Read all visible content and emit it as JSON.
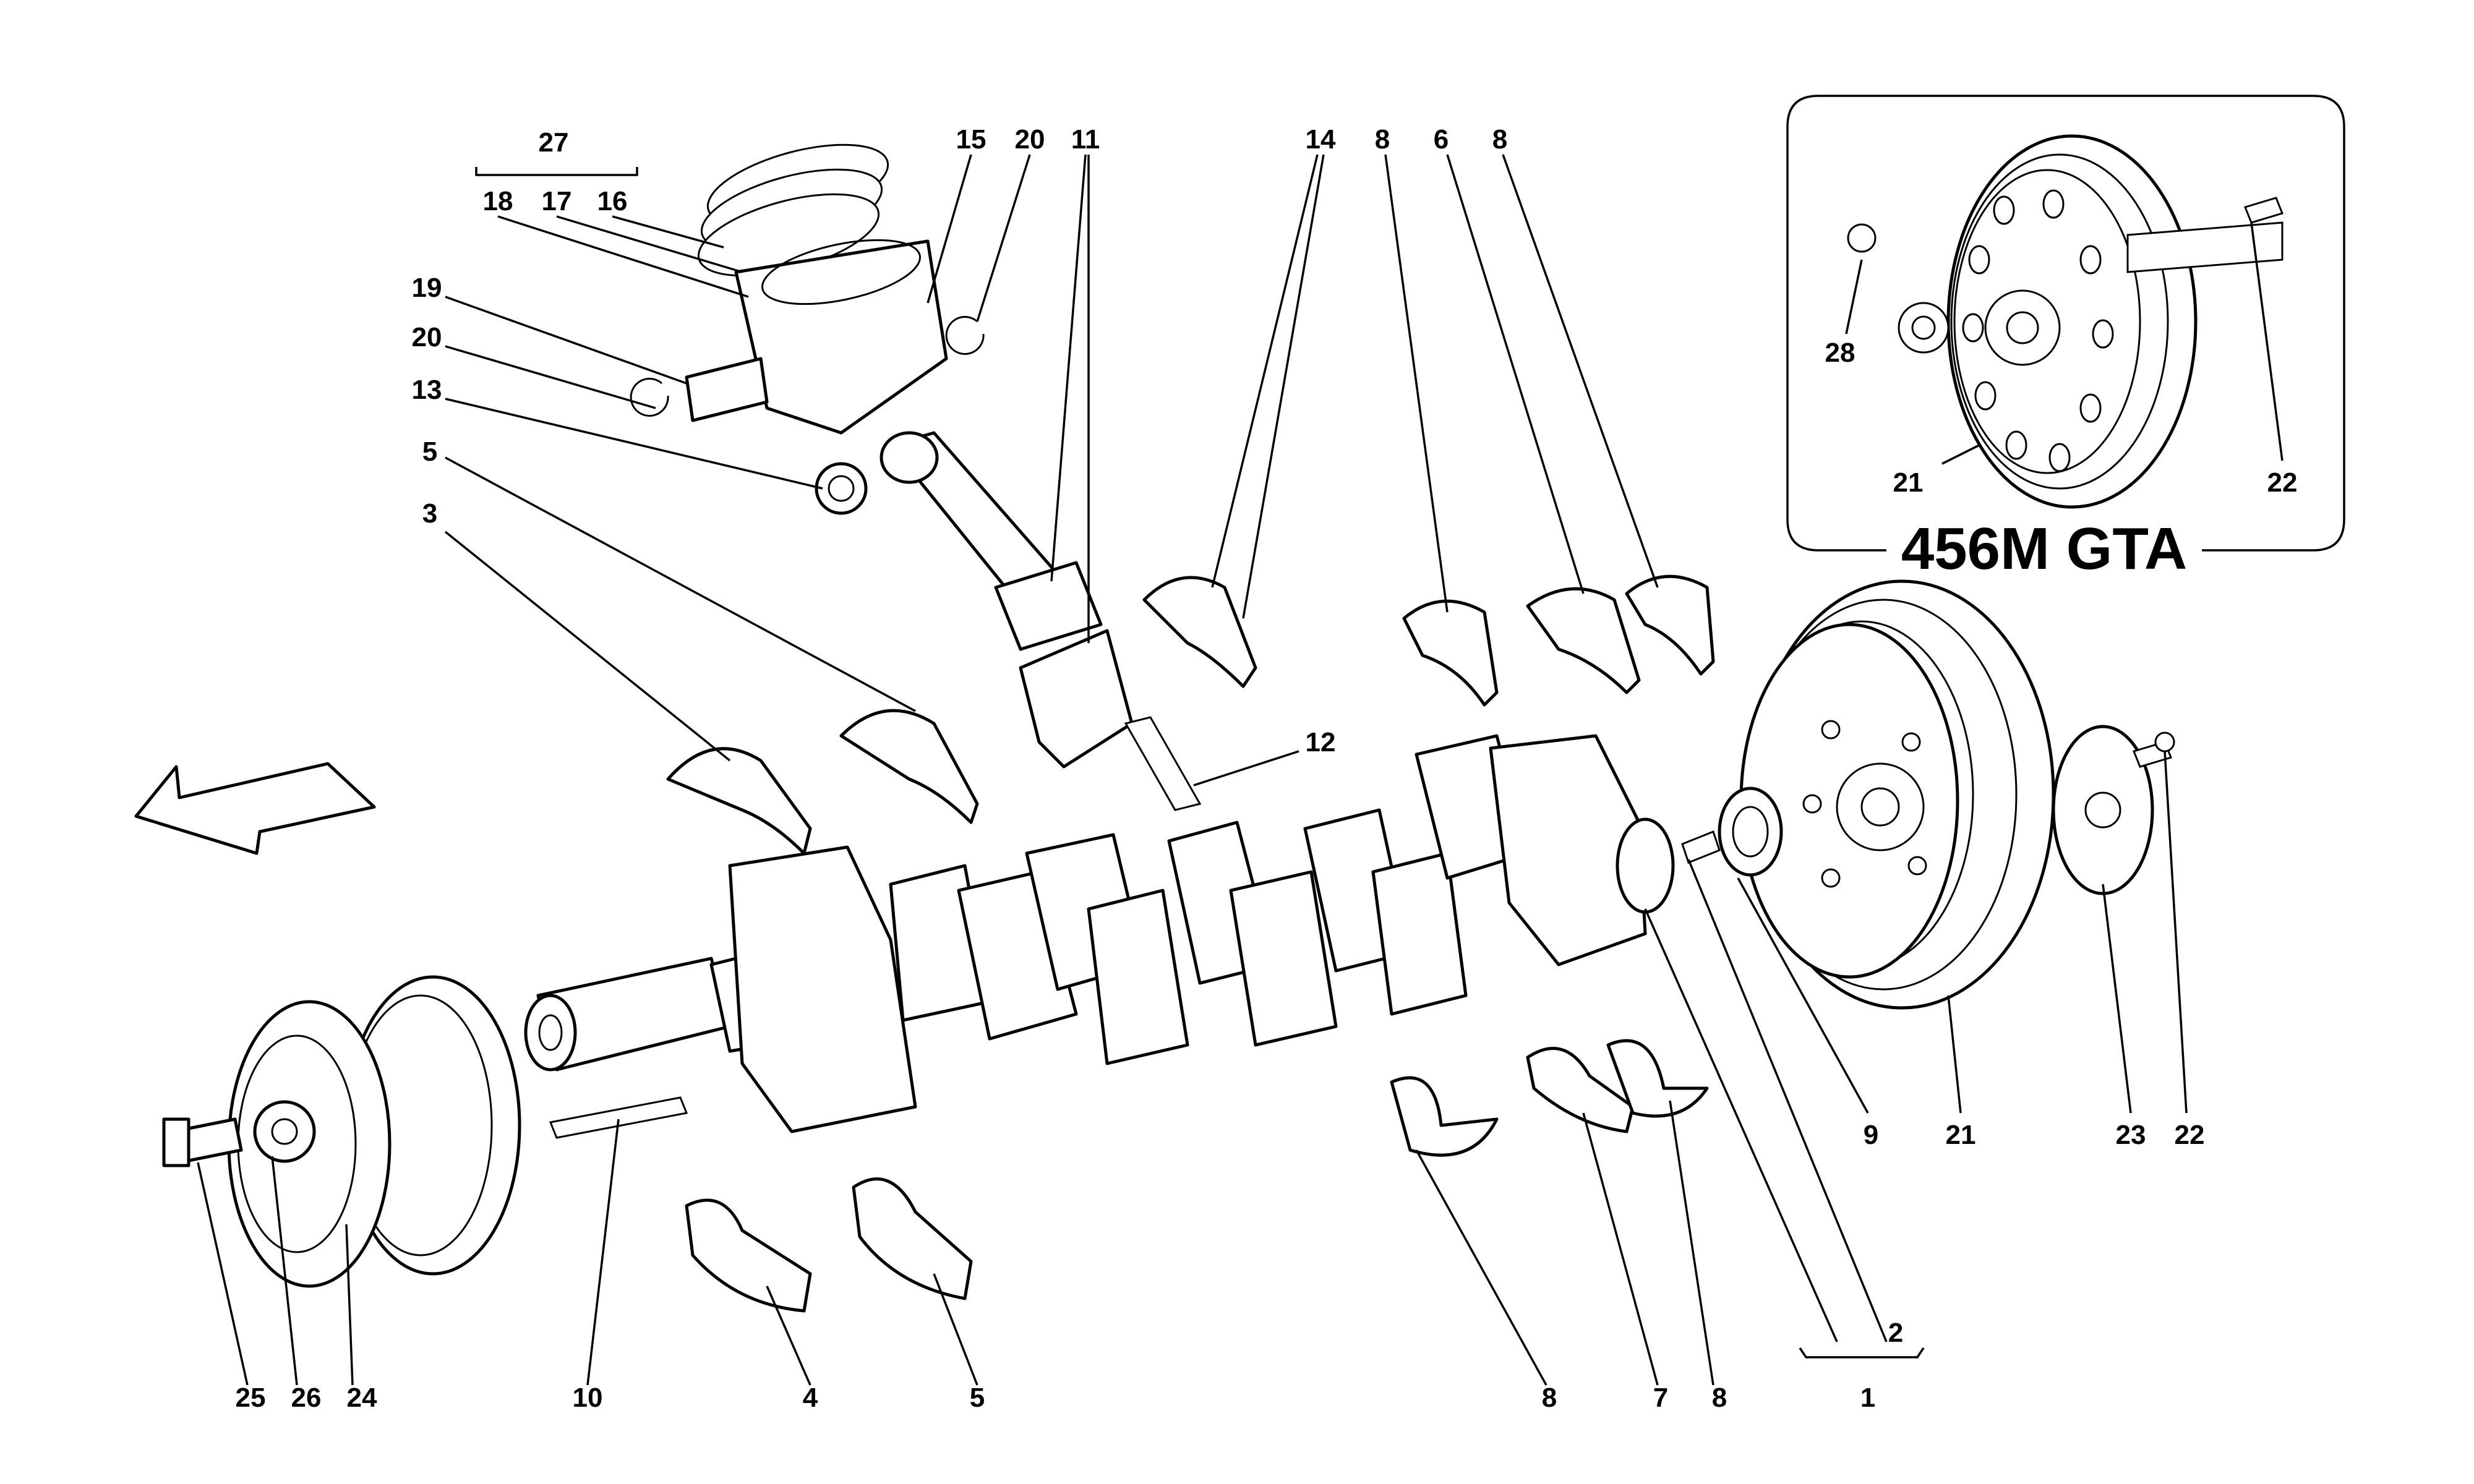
{
  "inset": {
    "title": "456M GTA"
  },
  "callouts": [
    {
      "id": "c27",
      "text": "27"
    },
    {
      "id": "c18",
      "text": "18"
    },
    {
      "id": "c17",
      "text": "17"
    },
    {
      "id": "c16",
      "text": "16"
    },
    {
      "id": "c15",
      "text": "15"
    },
    {
      "id": "c20a",
      "text": "20"
    },
    {
      "id": "c11",
      "text": "11"
    },
    {
      "id": "c14",
      "text": "14"
    },
    {
      "id": "c8a",
      "text": "8"
    },
    {
      "id": "c6",
      "text": "6"
    },
    {
      "id": "c8b",
      "text": "8"
    },
    {
      "id": "c19",
      "text": "19"
    },
    {
      "id": "c20b",
      "text": "20"
    },
    {
      "id": "c13",
      "text": "13"
    },
    {
      "id": "c5a",
      "text": "5"
    },
    {
      "id": "c3",
      "text": "3"
    },
    {
      "id": "c12",
      "text": "12"
    },
    {
      "id": "c28",
      "text": "28"
    },
    {
      "id": "c21a",
      "text": "21"
    },
    {
      "id": "c22a",
      "text": "22"
    },
    {
      "id": "c9",
      "text": "9"
    },
    {
      "id": "c21b",
      "text": "21"
    },
    {
      "id": "c23",
      "text": "23"
    },
    {
      "id": "c22b",
      "text": "22"
    },
    {
      "id": "c2",
      "text": "2"
    },
    {
      "id": "c1",
      "text": "1"
    },
    {
      "id": "c25",
      "text": "25"
    },
    {
      "id": "c26",
      "text": "26"
    },
    {
      "id": "c24",
      "text": "24"
    },
    {
      "id": "c10",
      "text": "10"
    },
    {
      "id": "c4",
      "text": "4"
    },
    {
      "id": "c5b",
      "text": "5"
    },
    {
      "id": "c8c",
      "text": "8"
    },
    {
      "id": "c7",
      "text": "7"
    },
    {
      "id": "c8d",
      "text": "8"
    }
  ]
}
